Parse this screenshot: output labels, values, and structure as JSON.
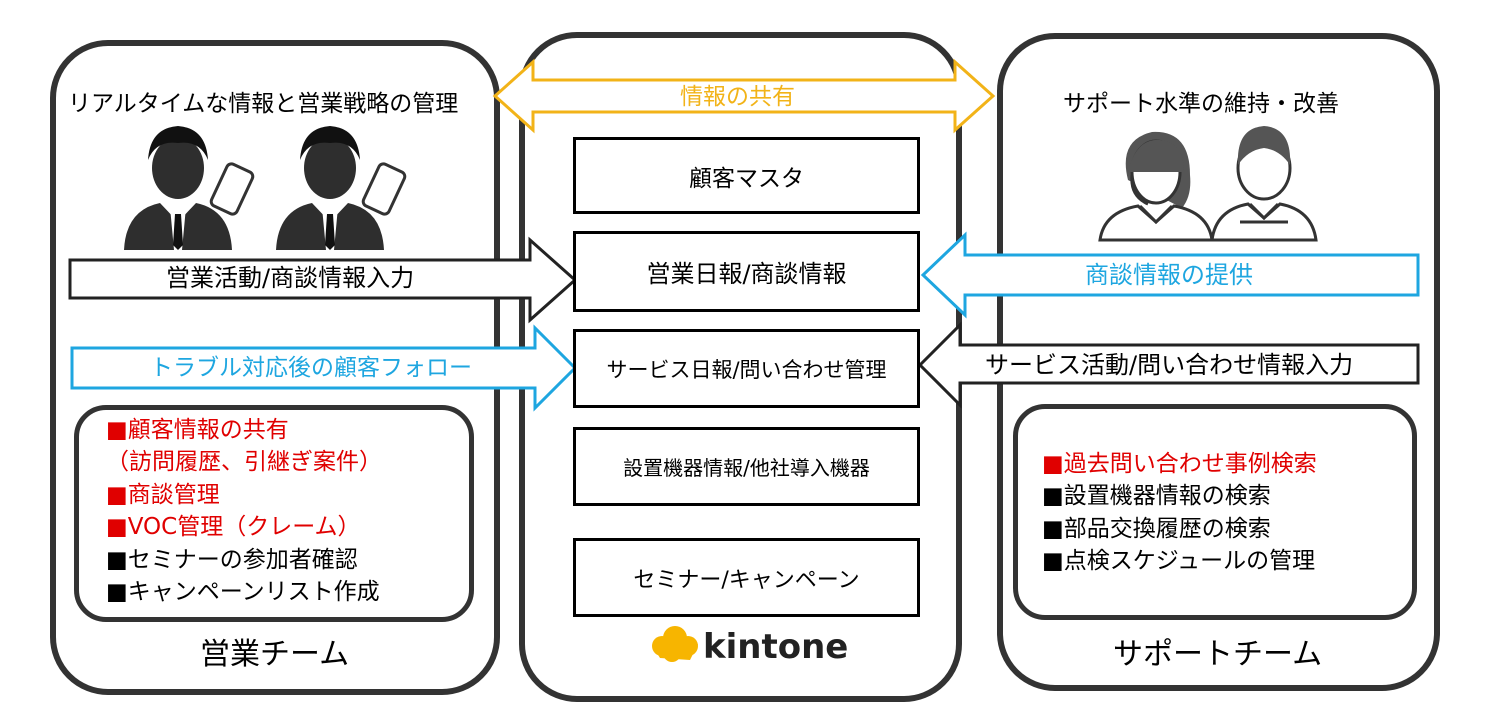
{
  "sales": {
    "heading": "リアルタイムな情報と営業戦略の管理",
    "footer": "営業チーム",
    "arrow_input": "営業活動/商談情報入力",
    "arrow_followup": "トラブル対応後の顧客フォロー",
    "list": [
      {
        "text": "■顧客情報の共有",
        "highlight": true
      },
      {
        "text": "（訪問履歴、引継ぎ案件）",
        "highlight": true
      },
      {
        "text": "■商談管理",
        "highlight": true
      },
      {
        "text": "■VOC管理（クレーム）",
        "highlight": true
      },
      {
        "text": "■セミナーの参加者確認",
        "highlight": false
      },
      {
        "text": "■キャンペーンリスト作成",
        "highlight": false
      }
    ]
  },
  "kintone": {
    "share_label": "情報の共有",
    "boxes": [
      "顧客マスタ",
      "営業日報/商談情報",
      "サービス日報/問い合わせ管理",
      "設置機器情報/他社導入機器",
      "セミナー/キャンペーン"
    ],
    "logo_text": "kintone"
  },
  "support": {
    "heading": "サポート水準の維持・改善",
    "footer": "サポートチーム",
    "arrow_provide": "商談情報の提供",
    "arrow_input": "サービス活動/問い合わせ情報入力",
    "list": [
      {
        "text": "■過去問い合わせ事例検索",
        "highlight": true
      },
      {
        "text": "■設置機器情報の検索",
        "highlight": false
      },
      {
        "text": "■部品交換履歴の検索",
        "highlight": false
      },
      {
        "text": "■点検スケジュールの管理",
        "highlight": false
      }
    ]
  },
  "colors": {
    "share_arrow": "#f2b318",
    "blue_arrow": "#1ea6e0",
    "highlight_text": "#e00000",
    "panel_border": "#333333",
    "logo": "#f7b500"
  }
}
